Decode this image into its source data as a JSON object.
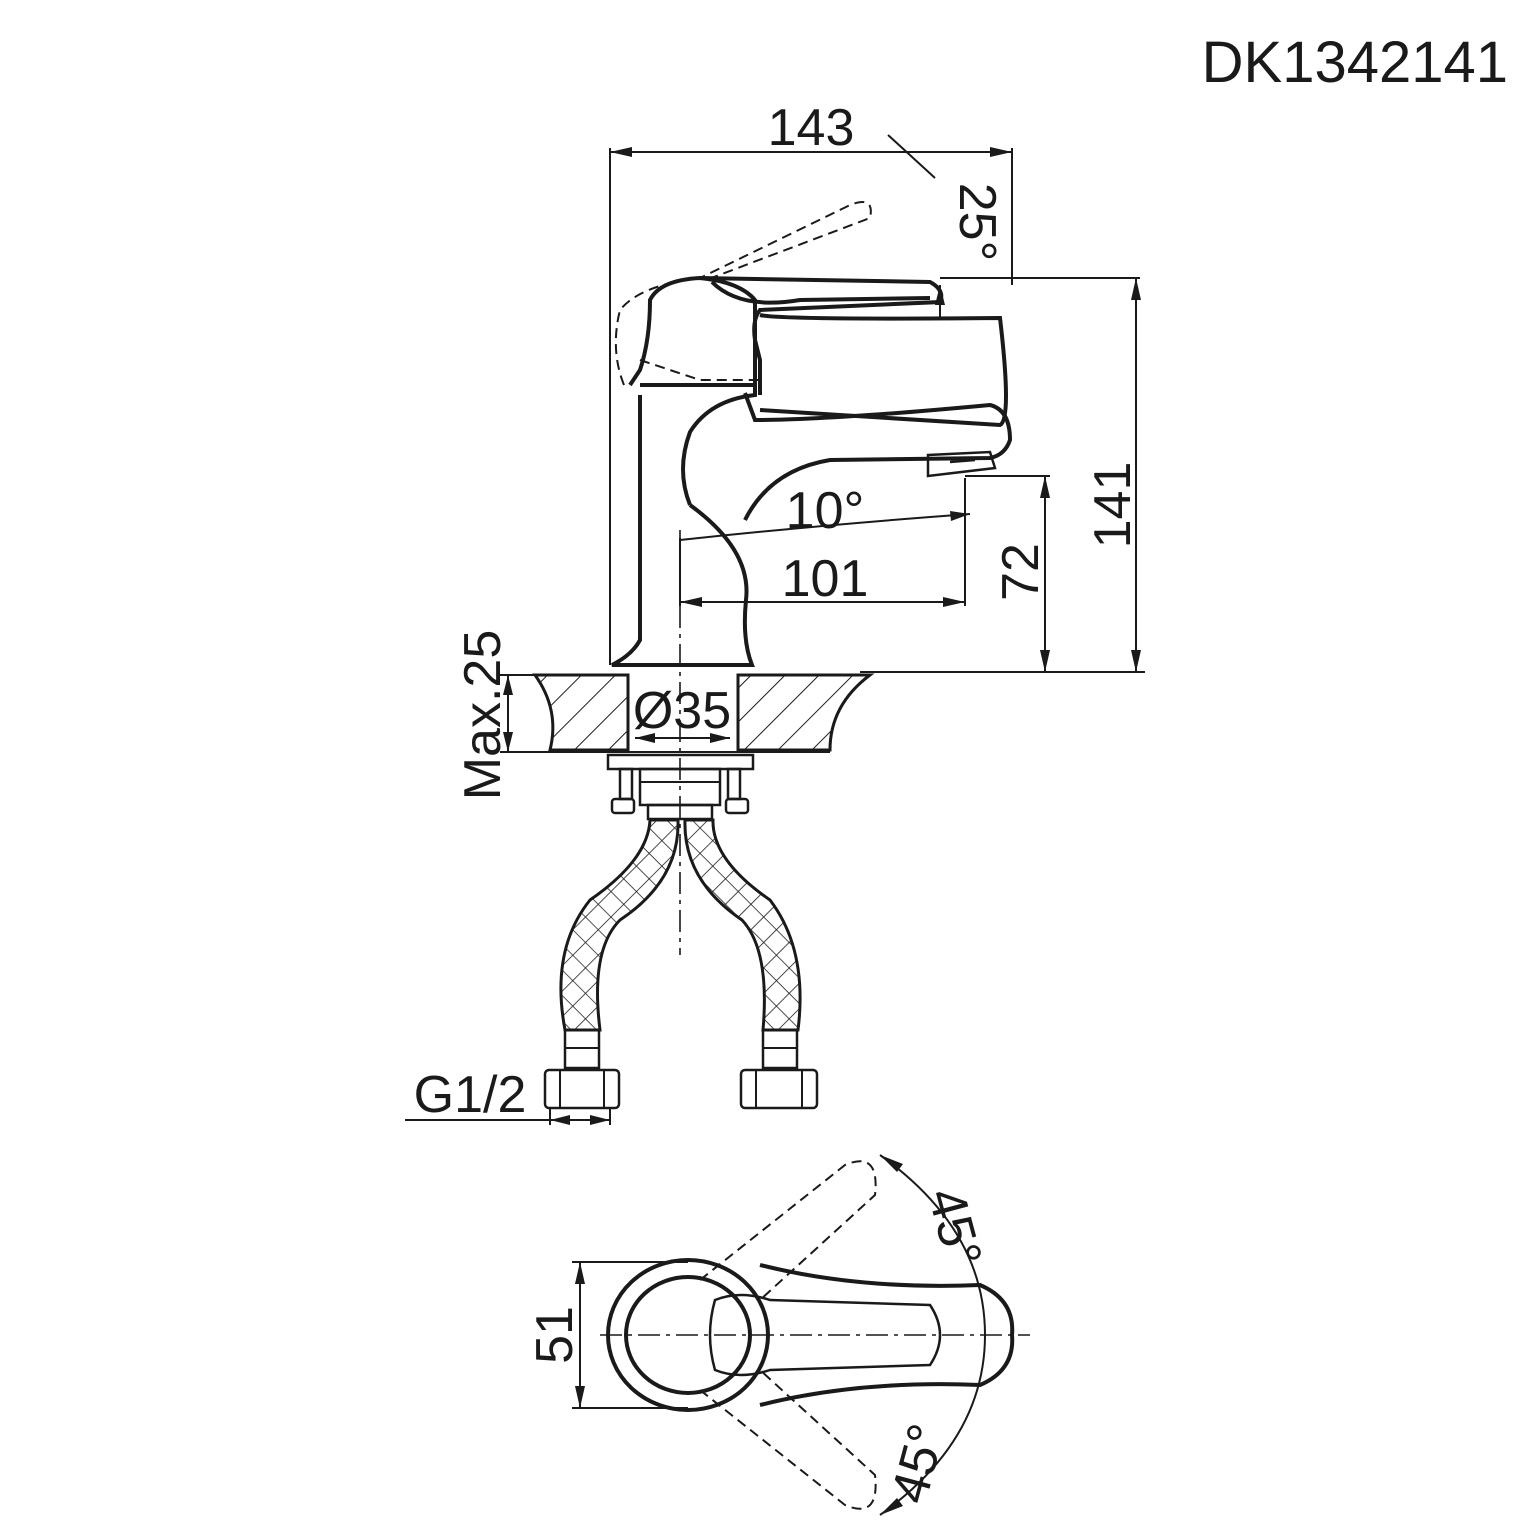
{
  "drawing": {
    "model_code": "DK1342141",
    "dimensions": {
      "overall_width": "143",
      "lever_tilt": "25°",
      "spout_angle": "10°",
      "spout_reach": "101",
      "spout_height": "72",
      "overall_height": "141",
      "max_deck_thickness": "Max.25",
      "hole_diameter": "Ø35",
      "hose_thread": "G1/2",
      "body_width_top": "51",
      "rotation_upper": "45°",
      "rotation_lower": "45°"
    }
  }
}
